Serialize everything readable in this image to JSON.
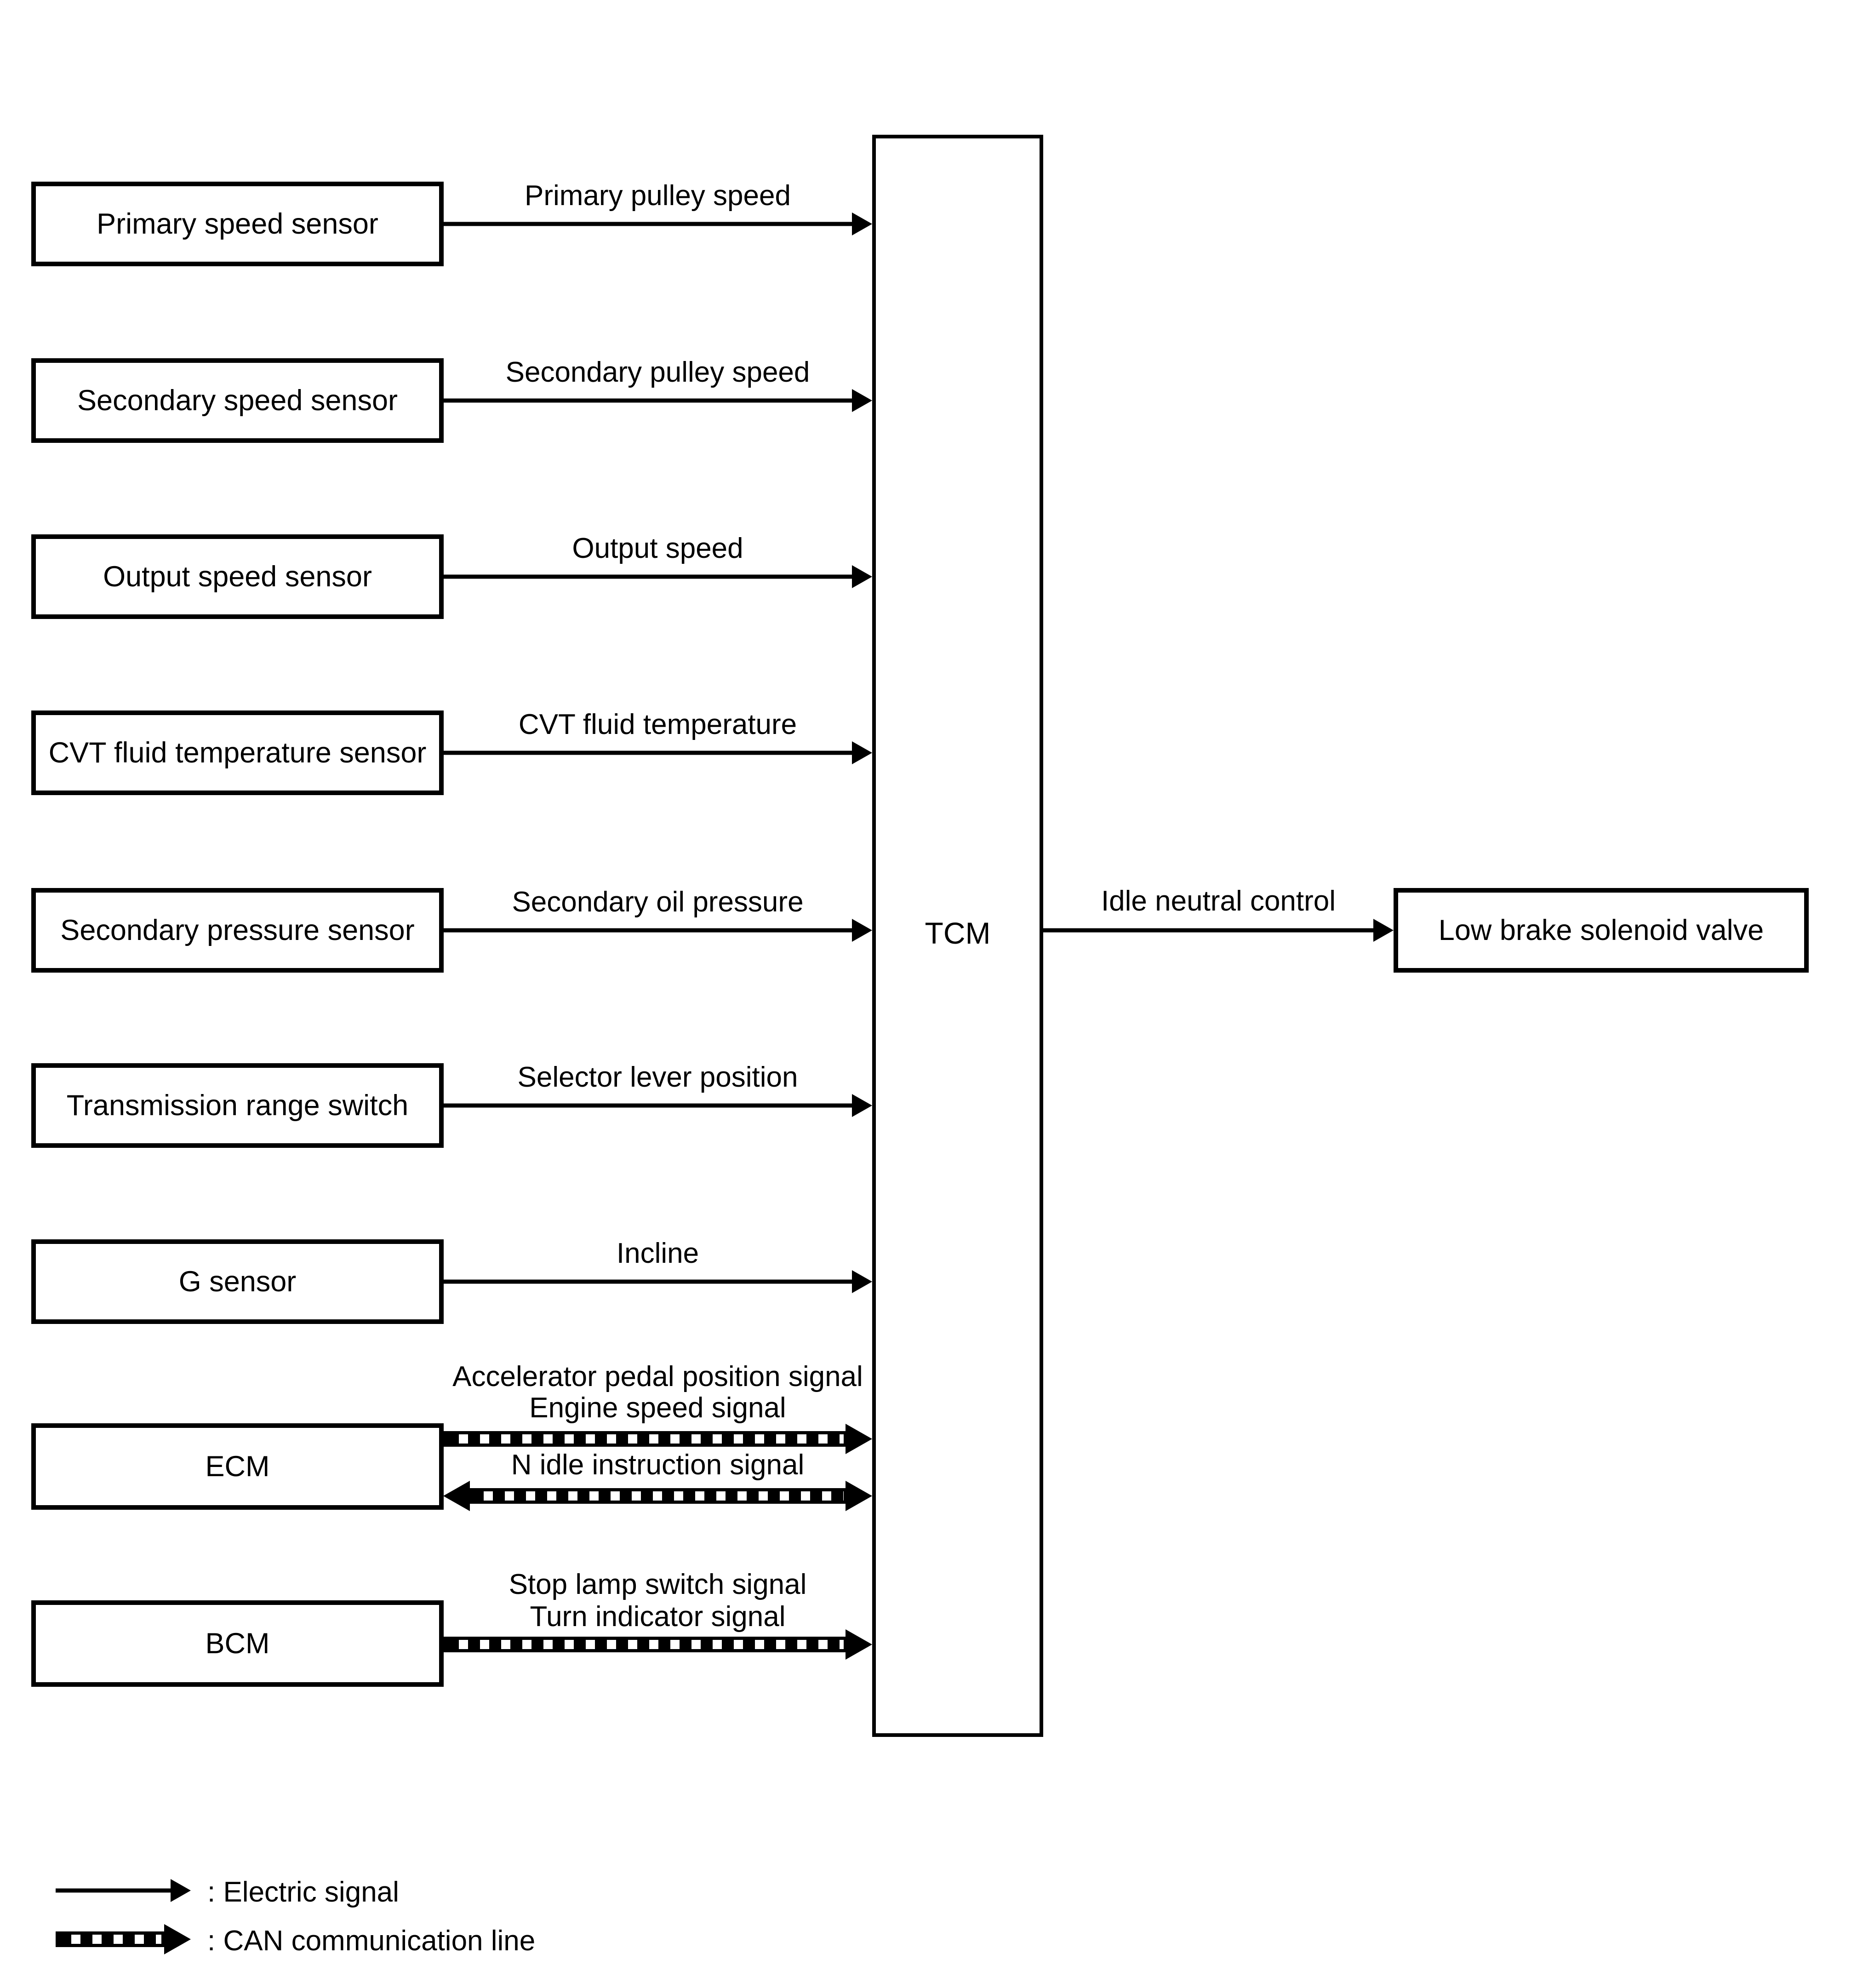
{
  "nodes": {
    "tcm": "TCM",
    "low_brake_valve": "Low brake solenoid valve"
  },
  "inputs": [
    {
      "name": "Primary speed sensor",
      "signal": "Primary pulley speed"
    },
    {
      "name": "Secondary speed sensor",
      "signal": "Secondary pulley speed"
    },
    {
      "name": "Output speed sensor",
      "signal": "Output speed"
    },
    {
      "name": "CVT fluid temperature sensor",
      "signal": "CVT fluid temperature"
    },
    {
      "name": "Secondary pressure sensor",
      "signal": "Secondary oil pressure"
    },
    {
      "name": "Transmission range switch",
      "signal": "Selector lever position"
    },
    {
      "name": "G sensor",
      "signal": "Incline"
    }
  ],
  "ecm": {
    "name": "ECM",
    "can_out_signals": [
      "Accelerator pedal position signal",
      "Engine speed signal"
    ],
    "can_bidirectional_signal": "N idle instruction signal"
  },
  "bcm": {
    "name": "BCM",
    "can_out_signals": [
      "Stop lamp switch signal",
      "Turn indicator signal"
    ]
  },
  "tcm_output": {
    "signal": "Idle neutral control"
  },
  "legend": {
    "electric": ": Electric signal",
    "can": ": CAN communication line"
  },
  "colors": {
    "line": "#000000",
    "background": "#ffffff"
  }
}
